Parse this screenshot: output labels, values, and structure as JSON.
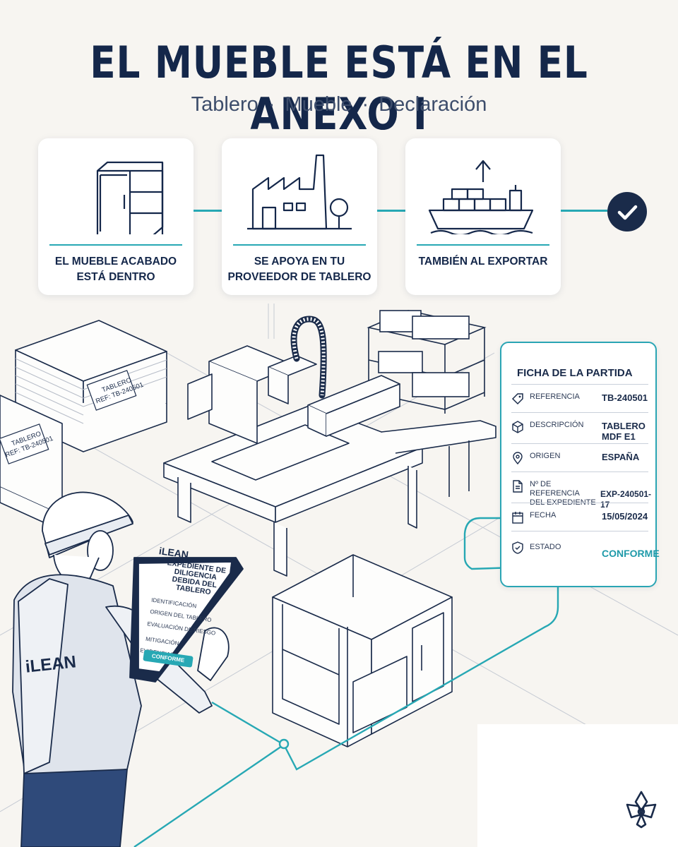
{
  "header": {
    "title": "EL MUEBLE ESTÁ EN EL ANEXO I",
    "subtitle_items": [
      "Tablero",
      "Mueble",
      "Declaración"
    ],
    "subtitle_separator": "·"
  },
  "steps": [
    {
      "label": "EL MUEBLE ACABADO ESTÁ DENTRO",
      "icon": "cabinet-icon"
    },
    {
      "label": "SE APOYA EN TU PROVEEDOR DE TABLERO",
      "icon": "factory-icon"
    },
    {
      "label": "TAMBIÉN AL EXPORTAR",
      "icon": "cargo-ship-icon"
    }
  ],
  "check_icon": "checkmark-circle-icon",
  "ficha": {
    "title": "FICHA DE LA PARTIDA",
    "rows": [
      {
        "key": "REFERENCIA",
        "value": "TB-240501",
        "icon": "tag-icon"
      },
      {
        "key": "DESCRIPCIÓN",
        "value": "TABLERO MDF E1",
        "icon": "box-icon"
      },
      {
        "key": "ORIGEN",
        "value": "ESPAÑA",
        "icon": "location-pin-icon"
      },
      {
        "key": "Nº DE REFERENCIA DEL EXPEDIENTE",
        "value": "EXP-240501-17",
        "icon": "document-icon"
      },
      {
        "key": "FECHA",
        "value": "15/05/2024",
        "icon": "calendar-icon"
      },
      {
        "key": "ESTADO",
        "value": "CONFORME",
        "icon": "shield-check-icon"
      }
    ]
  },
  "tablet": {
    "brand": "iLEAN",
    "heading": "EXPEDIENTE DE DILIGENCIA DEBIDA DEL TABLERO",
    "checklist": [
      "IDENTIFICACIÓN",
      "ORIGEN DEL TABLERO",
      "EVALUACIÓN DE RIESGO",
      "MITIGACIÓN",
      "EVIDENCIAS"
    ],
    "button": "CONFORME"
  },
  "vest_brand": "iLEAN",
  "pallet_labels": [
    {
      "line1": "TABLERO",
      "line2": "REF: TB-240501"
    },
    {
      "line1": "TABLERO",
      "line2": "REF: TB-240501"
    }
  ],
  "colors": {
    "navy": "#14274a",
    "teal": "#27a8b4",
    "background": "#f7f5f1"
  }
}
